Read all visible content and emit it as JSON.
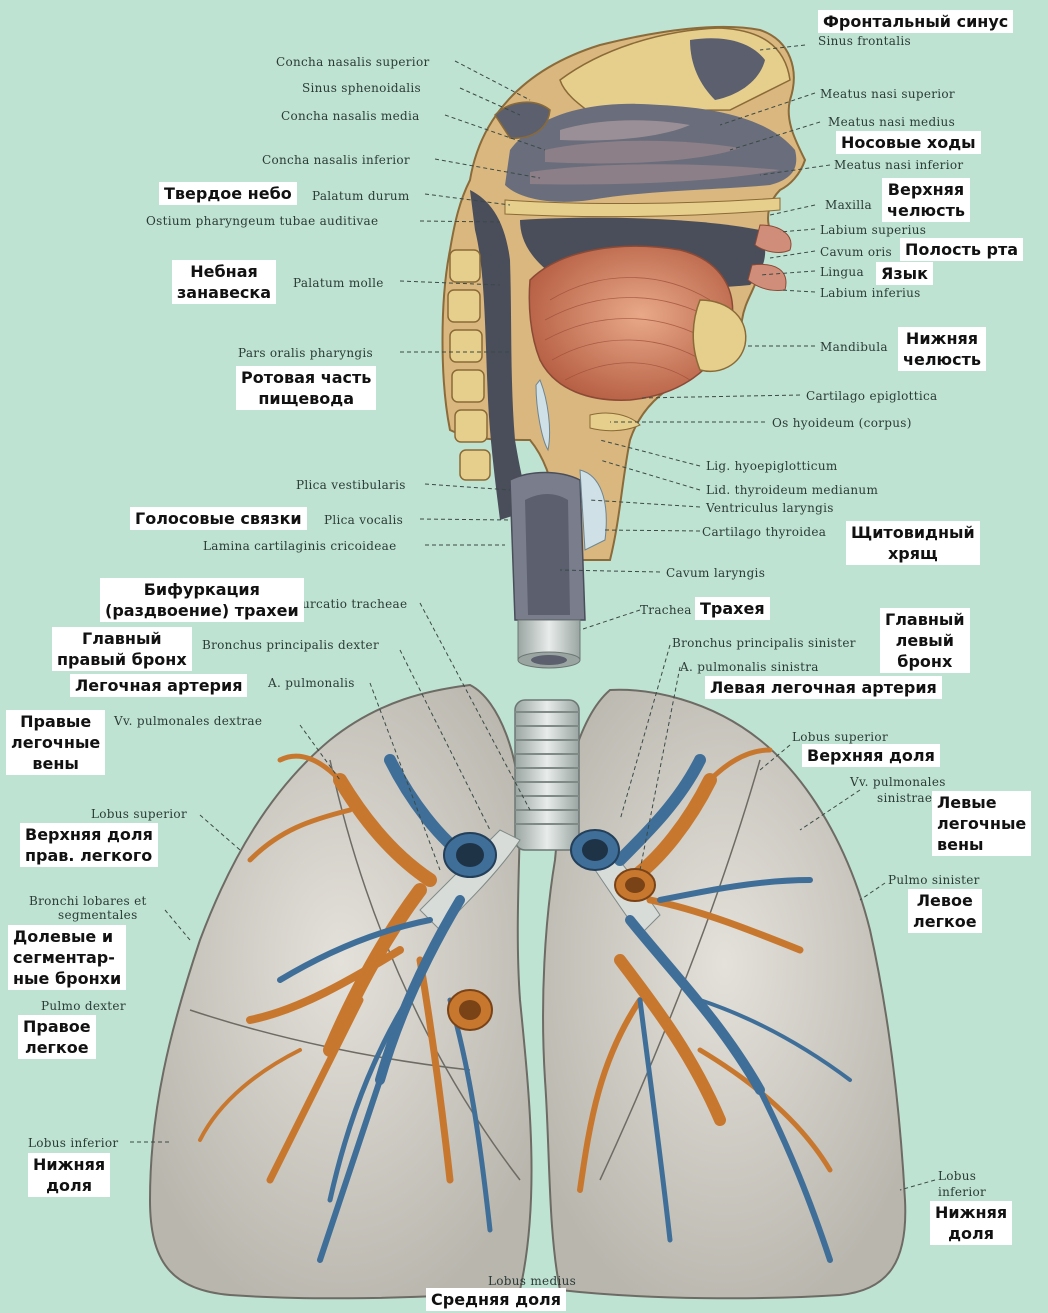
{
  "head_labels_latin": {
    "sinus_frontalis": "Sinus frontalis",
    "concha_nasalis_superior": "Concha nasalis superior",
    "sinus_sphenoidalis": "Sinus sphenoidalis",
    "concha_nasalis_media": "Concha nasalis media",
    "concha_nasalis_inferior": "Concha nasalis inferior",
    "palatum_durum": "Palatum durum",
    "ostium_pharyngeum": "Ostium pharyngeum tubae auditivae",
    "palatum_molle": "Palatum molle",
    "pars_oralis_pharyngis": "Pars oralis pharyngis",
    "meatus_nasi_superior": "Meatus nasi superior",
    "meatus_nasi_medius": "Meatus nasi medius",
    "meatus_nasi_inferior": "Meatus nasi inferior",
    "maxilla": "Maxilla",
    "labium_superius": "Labium superius",
    "cavum_oris": "Cavum oris",
    "lingua": "Lingua",
    "labium_inferius": "Labium inferius",
    "mandibula": "Mandibula",
    "cartilago_epiglottica": "Cartilago epiglottica",
    "os_hyoideum": "Os hyoideum (corpus)",
    "lig_hyoepiglotticum": "Lig. hyoepiglotticum",
    "lig_thyroideum_medianum": "Lid. thyroideum medianum",
    "ventriculus_laryngis": "Ventriculus laryngis",
    "cartilago_thyroidea": "Cartilago thyroidea",
    "cavum_laryngis": "Cavum laryngis",
    "plica_vestibularis": "Plica vestibularis",
    "plica_vocalis": "Plica vocalis",
    "lamina_cartilaginis_cricoideae": "Lamina cartilaginis cricoideae"
  },
  "lung_labels_latin": {
    "bifurcatio_tracheae": "Bifurcatio tracheae",
    "bronchus_principalis_dexter": "Bronchus principalis dexter",
    "a_pulmonalis": "A. pulmonalis",
    "vv_pulmonales_dextrae": "Vv. pulmonales dextrae",
    "lobus_superior_dexter": "Lobus superior",
    "bronchi_lobares_1": "Bronchi lobares et",
    "bronchi_lobares_2": "segmentales",
    "pulmo_dexter": "Pulmo dexter",
    "lobus_inferior_dexter": "Lobus inferior",
    "lobus_medius": "Lobus medius",
    "trachea": "Trachea",
    "bronchus_principalis_sinister": "Bronchus principalis sinister",
    "a_pulmonalis_sinistra": "A. pulmonalis sinistra",
    "lobus_superior_sinister": "Lobus superior",
    "vv_pulmonales_sinistrae_1": "Vv. pulmonales",
    "vv_pulmonales_sinistrae_2": "sinistrae",
    "pulmo_sinister": "Pulmo sinister",
    "lobus_inferior_sinister_1": "Lobus",
    "lobus_inferior_sinister_2": "inferior"
  },
  "russian_labels": {
    "frontal_sinus": "Фронтальный синус",
    "nasal_passages": "Носовые ходы",
    "hard_palate": "Твердое небо",
    "upper_jaw": "Верхняя\nчелюсть",
    "oral_cavity": "Полость рта",
    "tongue": "Язык",
    "soft_palate": "Небная\nзанавеска",
    "lower_jaw": "Нижняя\nчелюсть",
    "oral_pharynx": "Ротовая часть\nпищевода",
    "vocal_cords": "Голосовые связки",
    "thyroid_cartilage": "Щитовидный\nхрящ",
    "bifurcation": "Бифуркация\n(раздвоение) трахеи",
    "right_main_bronchus": "Главный\nправый бронх",
    "pulmonary_artery": "Легочная артерия",
    "trachea": "Трахея",
    "left_main_bronchus": "Главный\nлевый\nбронх",
    "left_pulmonary_artery": "Левая легочная артерия",
    "right_pulmonary_veins": "Правые\nлегочные\nвены",
    "upper_lobe_right": "Верхняя доля\nправ. легкого",
    "upper_lobe_left": "Верхняя доля",
    "left_pulmonary_veins": "Левые\nлегочные\nвены",
    "left_lung": "Левое\nлегкое",
    "lobar_bronchi": "Долевые и\nсегментар-\nные бронхи",
    "right_lung": "Правое\nлегкое",
    "lower_lobe_right": "Нижняя\nдоля",
    "lower_lobe_left": "Нижняя\nдоля",
    "middle_lobe": "Средняя доля"
  },
  "colors": {
    "background": "#bfe3d3",
    "artery": "#c8782e",
    "vein": "#3f6f98",
    "lung_tissue": "#d7d4cc",
    "bone": "#e0c67a",
    "muscle": "#c97b5c",
    "cavity": "#5b5f6e"
  }
}
